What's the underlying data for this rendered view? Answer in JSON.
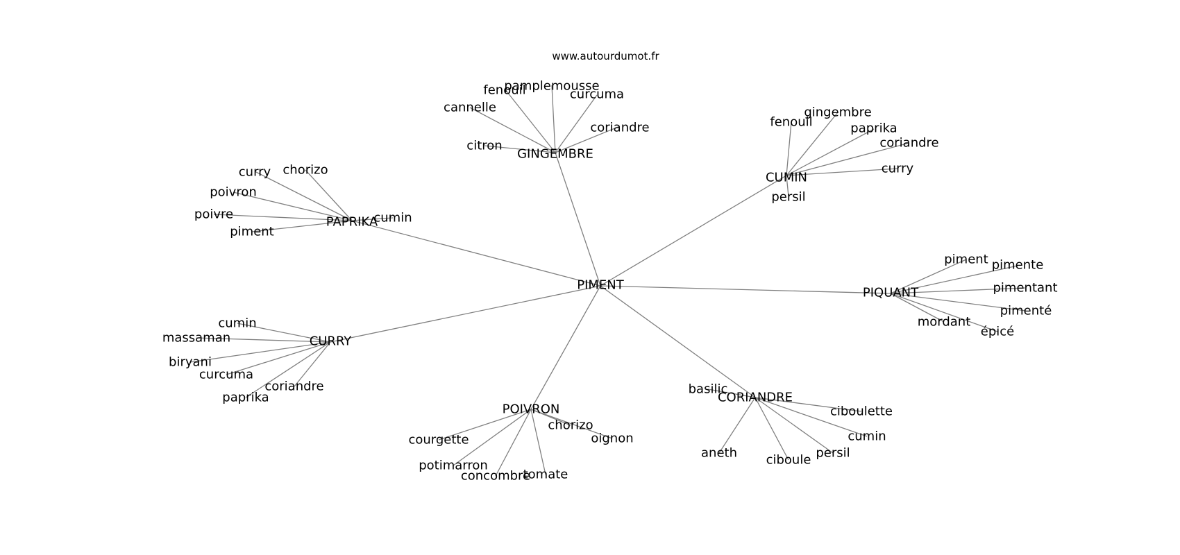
{
  "header": {
    "site_url": "www.autourdumot.fr"
  },
  "colors": {
    "edge": "#808080",
    "text": "#000000",
    "background": "#ffffff"
  },
  "graph": {
    "center": "PIMENT",
    "clusters": [
      {
        "hub": "GINGEMBRE",
        "leaves": [
          "pamplemousse",
          "fenouil",
          "curcuma",
          "cannelle",
          "coriandre",
          "citron"
        ]
      },
      {
        "hub": "CUMIN",
        "leaves": [
          "gingembre",
          "fenouil",
          "paprika",
          "coriandre",
          "curry",
          "persil"
        ]
      },
      {
        "hub": "PAPRIKA",
        "leaves": [
          "chorizo",
          "curry",
          "poivron",
          "poivre",
          "piment",
          "cumin"
        ]
      },
      {
        "hub": "PIQUANT",
        "leaves": [
          "piment",
          "pimente",
          "pimentant",
          "pimenté",
          "mordant",
          "épicé"
        ]
      },
      {
        "hub": "CURRY",
        "leaves": [
          "cumin",
          "massaman",
          "biryani",
          "curcuma",
          "coriandre",
          "paprika"
        ]
      },
      {
        "hub": "POIVRON",
        "leaves": [
          "chorizo",
          "oignon",
          "courgette",
          "potimarron",
          "concombre",
          "tomate"
        ]
      },
      {
        "hub": "CORIANDRE",
        "leaves": [
          "basilic",
          "ciboulette",
          "cumin",
          "persil",
          "ciboule",
          "aneth"
        ]
      }
    ]
  }
}
